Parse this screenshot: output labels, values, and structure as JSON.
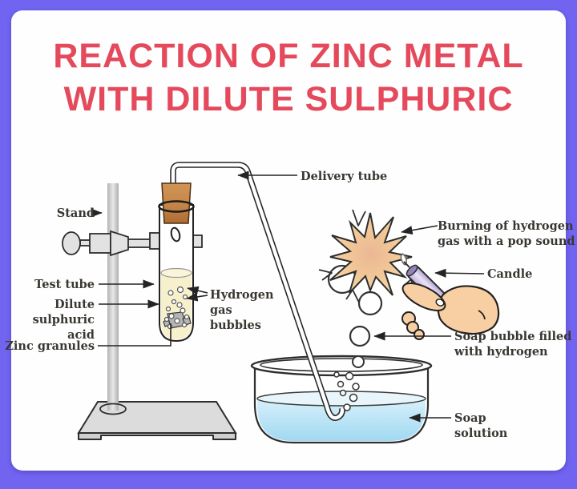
{
  "title": {
    "line1": "REACTION OF ZINC METAL",
    "line2": "WITH DILUTE SULPHURIC"
  },
  "labels": {
    "stand": "Stand",
    "test_tube": "Test tube",
    "dilute_acid": [
      "Dilute",
      "sulphuric",
      "acid"
    ],
    "zinc_granules": "Zinc granules",
    "hydrogen_gas_bubbles": [
      "Hydrogen",
      "gas",
      "bubbles"
    ],
    "delivery_tube": "Delivery tube",
    "burning_hydrogen": [
      "Burning of hydrogen",
      "gas with a pop sound"
    ],
    "candle": "Candle",
    "soap_bubble": [
      "Soap bubble filled",
      "with hydrogen"
    ],
    "soap_solution": [
      "Soap",
      "solution"
    ]
  },
  "theme": {
    "frame_color": "#7164f0",
    "card_color": "#fefefe",
    "title_color": "#e4495c",
    "label_color": "#3a3732",
    "outline_color": "#242424",
    "cork_color": "#c8874a",
    "acid_color": "#f6f0cd",
    "zinc_color": "#b5b5b5",
    "water_color": "#a5dcf3",
    "candle_color": "#cfc0e6",
    "hand_color": "#f8cfa2",
    "burst_color": "#f2c897",
    "metal_color": "#dcdcdc"
  }
}
